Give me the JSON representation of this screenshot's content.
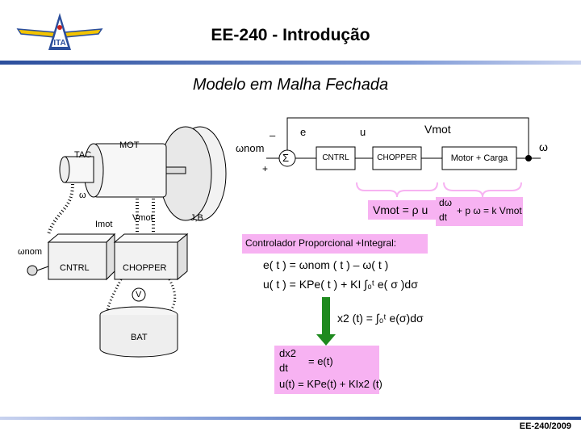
{
  "header": {
    "title": "EE-240 - Introdução",
    "logo_text": "ITA",
    "accent_color": "#2b4e9c"
  },
  "slide": {
    "title": "Modelo em Malha Fechada",
    "footer": "EE-240/2009"
  },
  "diagram": {
    "minus": "–",
    "plus": "+",
    "omega_nom": "ωnom",
    "e": "e",
    "u": "u",
    "sum": "Σ",
    "cntrl": "CNTRL",
    "chopper": "CHOPPER",
    "motor": "Motor + Carga",
    "vmot": "Vmot",
    "omega": "ω"
  },
  "equations": {
    "vmot_eq": "Vmot = ρ u",
    "motor_eq_num": "dω",
    "motor_eq_den": "dt",
    "motor_eq_rest": "+ p ω = k Vmot",
    "controller_title": "Controlador Proporcional +Integral:",
    "error_eq": "e( t ) = ωnom ( t ) – ω( t )",
    "control_eq": "u( t ) = KPe( t ) + KI ∫₀ᵗ e( σ )dσ",
    "state_eq": "x2 (t) = ∫₀ᵗ e(σ)dσ",
    "state_diff_num": "dx2",
    "state_diff_den": "dt",
    "state_diff_rest": "= e(t)",
    "final_eq": "u(t) = KPe(t) + KIx2 (t)"
  },
  "illustration": {
    "tac": "TAC",
    "mot": "MOT",
    "omega": "ω",
    "imot": "Imot",
    "vmot": "Vmot",
    "jb": "J,B",
    "omega_nom": "ωnom",
    "cntrl": "CNTRL",
    "chopper": "CHOPPER",
    "voltmeter": "V",
    "bat": "BAT"
  }
}
